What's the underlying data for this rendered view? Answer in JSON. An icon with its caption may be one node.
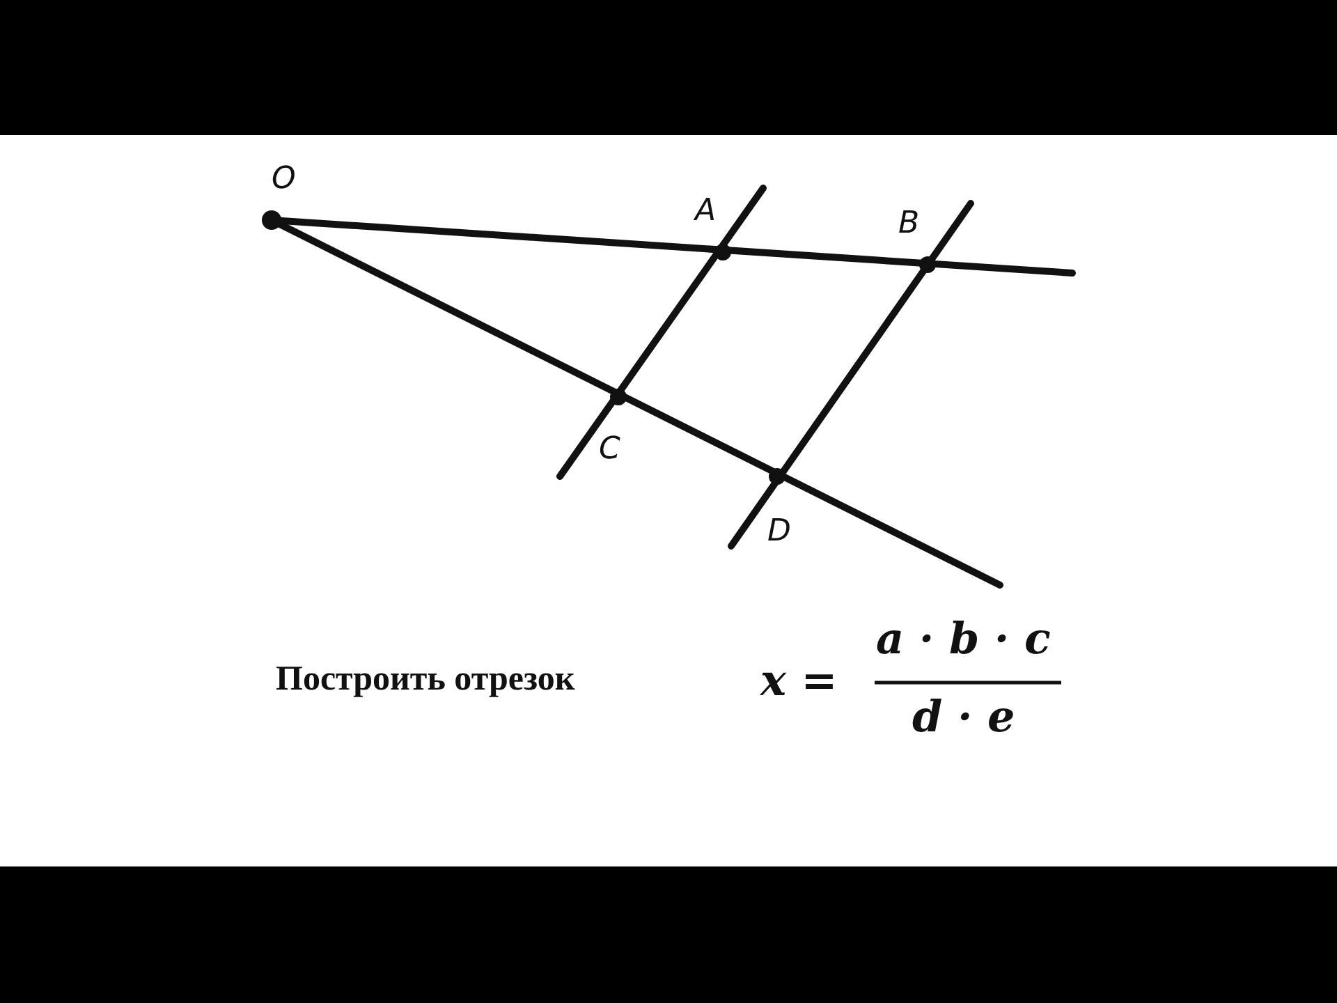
{
  "diagram": {
    "labels": [
      "O",
      "A",
      "B",
      "C",
      "D",
      "Построить отрезок",
      "x =",
      "a · b · c",
      "d · e"
    ]
  }
}
